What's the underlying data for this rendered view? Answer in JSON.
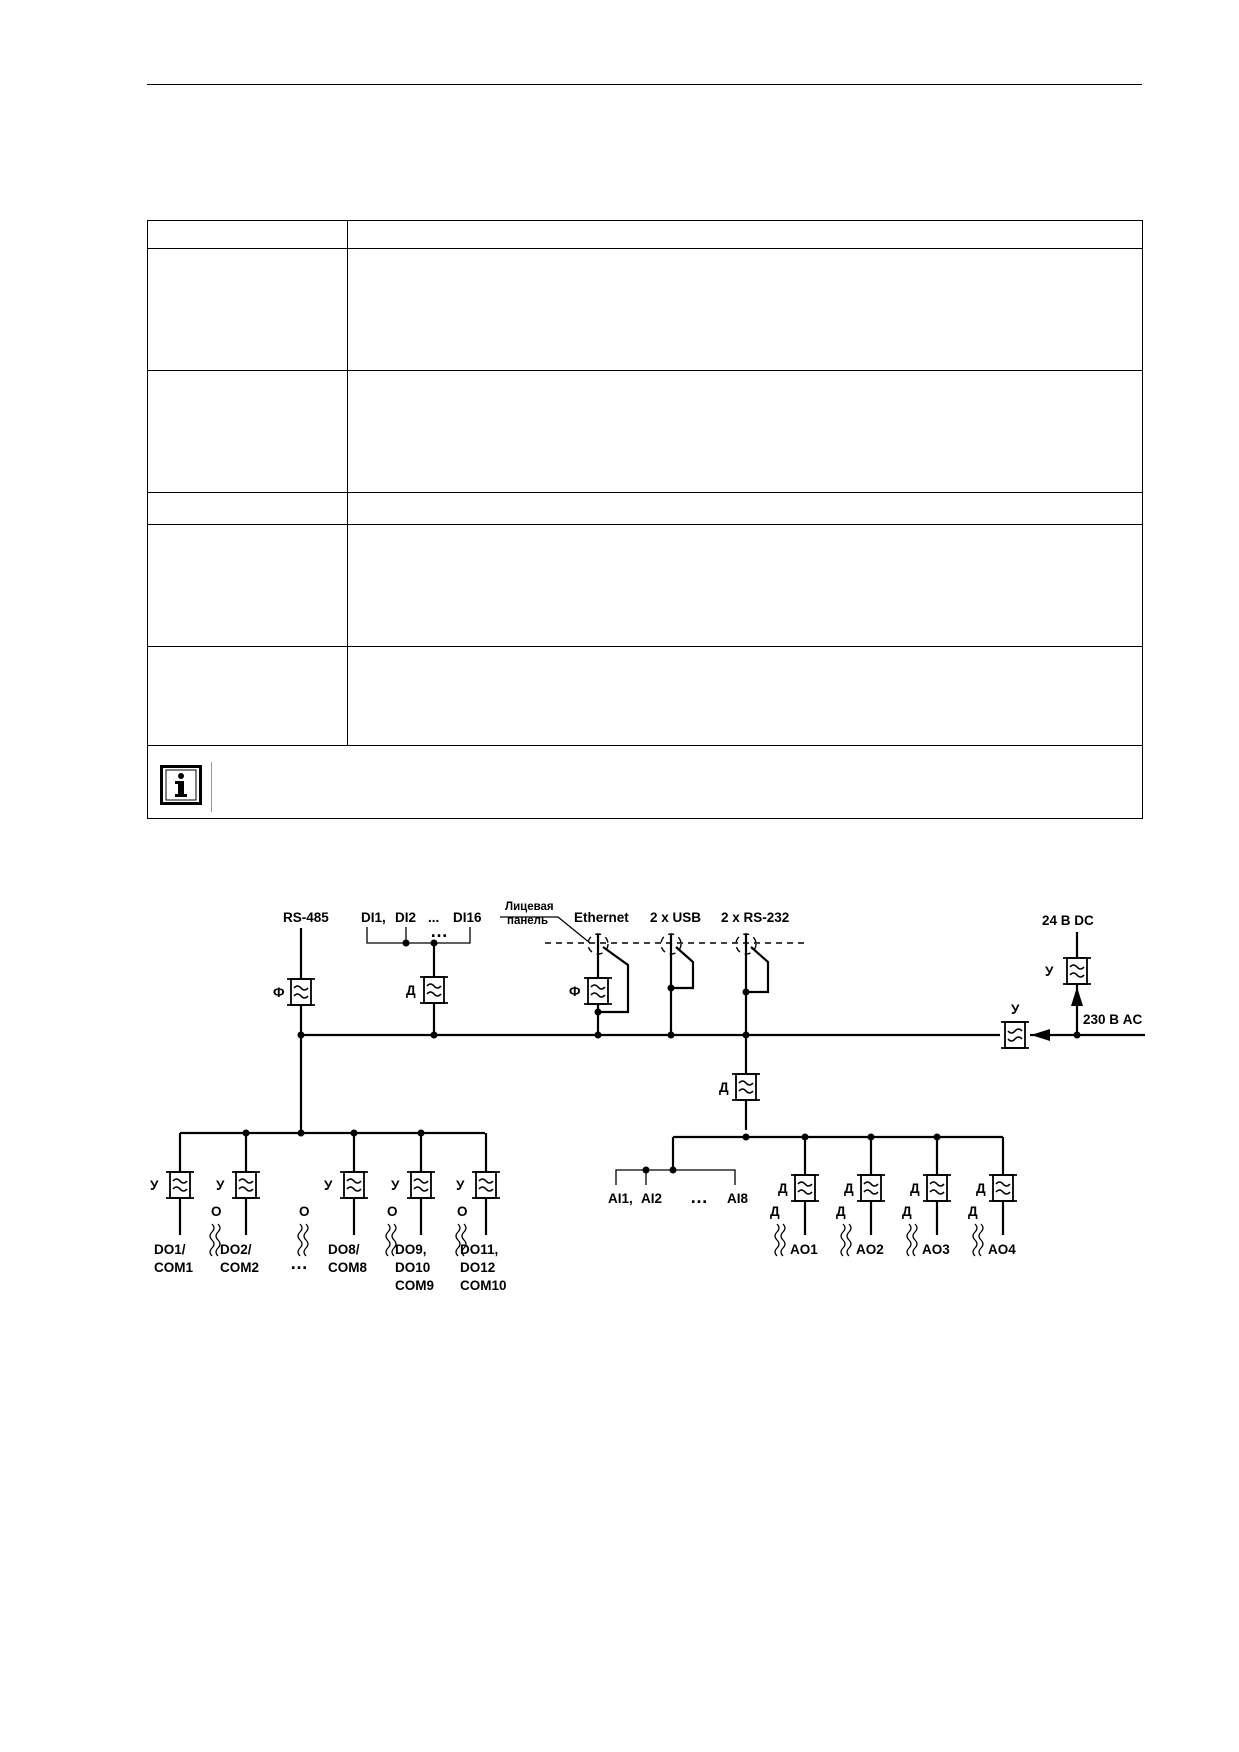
{
  "diagram": {
    "top_labels": {
      "rs485": "RS-485",
      "di1": "DI1,",
      "di2": "DI2",
      "di_dots": "...",
      "di16": "DI16",
      "di_bold_dots": "…",
      "front_panel_line1": "Лицевая",
      "front_panel_line2": "панель",
      "ethernet": "Ethernet",
      "usb": "2 x USB",
      "rs232": "2 x RS-232",
      "dc24": "24 В DC",
      "ac230": "230 В AC"
    },
    "blocks": {
      "f": "Ф",
      "d": "Д",
      "u": "У"
    },
    "wavy_marks": {
      "o": "О",
      "d": "Д"
    },
    "do_outputs": [
      [
        "DO1/",
        "COM1"
      ],
      [
        "DO2/",
        "COM2"
      ],
      [
        "DO8/",
        "COM8"
      ],
      [
        "DO9,",
        "DO10",
        "COM9"
      ],
      [
        "DO11,",
        "DO12",
        "COM10"
      ]
    ],
    "do_ellipsis": "…",
    "ai_labels": {
      "ai1": "AI1,",
      "ai2": "AI2",
      "dots": "…",
      "ai8": "AI8"
    },
    "ao_outputs": [
      "AO1",
      "AO2",
      "AO3",
      "AO4"
    ]
  }
}
